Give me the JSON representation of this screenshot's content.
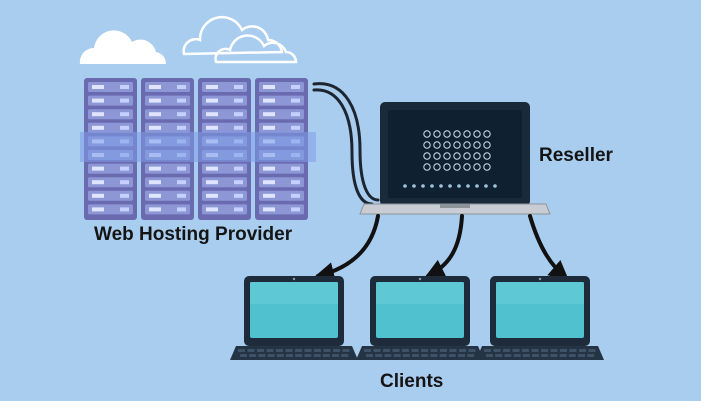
{
  "diagram": {
    "nodes": {
      "provider": {
        "label": "Web Hosting Provider"
      },
      "reseller": {
        "label": "Reseller"
      },
      "clients": {
        "label": "Clients"
      }
    },
    "edges": [
      {
        "from": "provider",
        "to": "reseller",
        "kind": "cable"
      },
      {
        "from": "reseller",
        "to": "client-1",
        "kind": "arrow"
      },
      {
        "from": "reseller",
        "to": "client-2",
        "kind": "arrow"
      },
      {
        "from": "reseller",
        "to": "client-3",
        "kind": "arrow"
      }
    ],
    "client_count": 3,
    "server_rack_count": 4,
    "colors": {
      "background": "#a9cdee",
      "rack_frame": "#6a6ab0",
      "rack_slot": "#8d97d6",
      "rack_band": "#7d9de8",
      "laptop_screen": "#0f2130",
      "client_screen": "#4fc1cf",
      "client_frame": "#1d2b3a",
      "arrow": "#111111",
      "label": "#141414"
    }
  }
}
